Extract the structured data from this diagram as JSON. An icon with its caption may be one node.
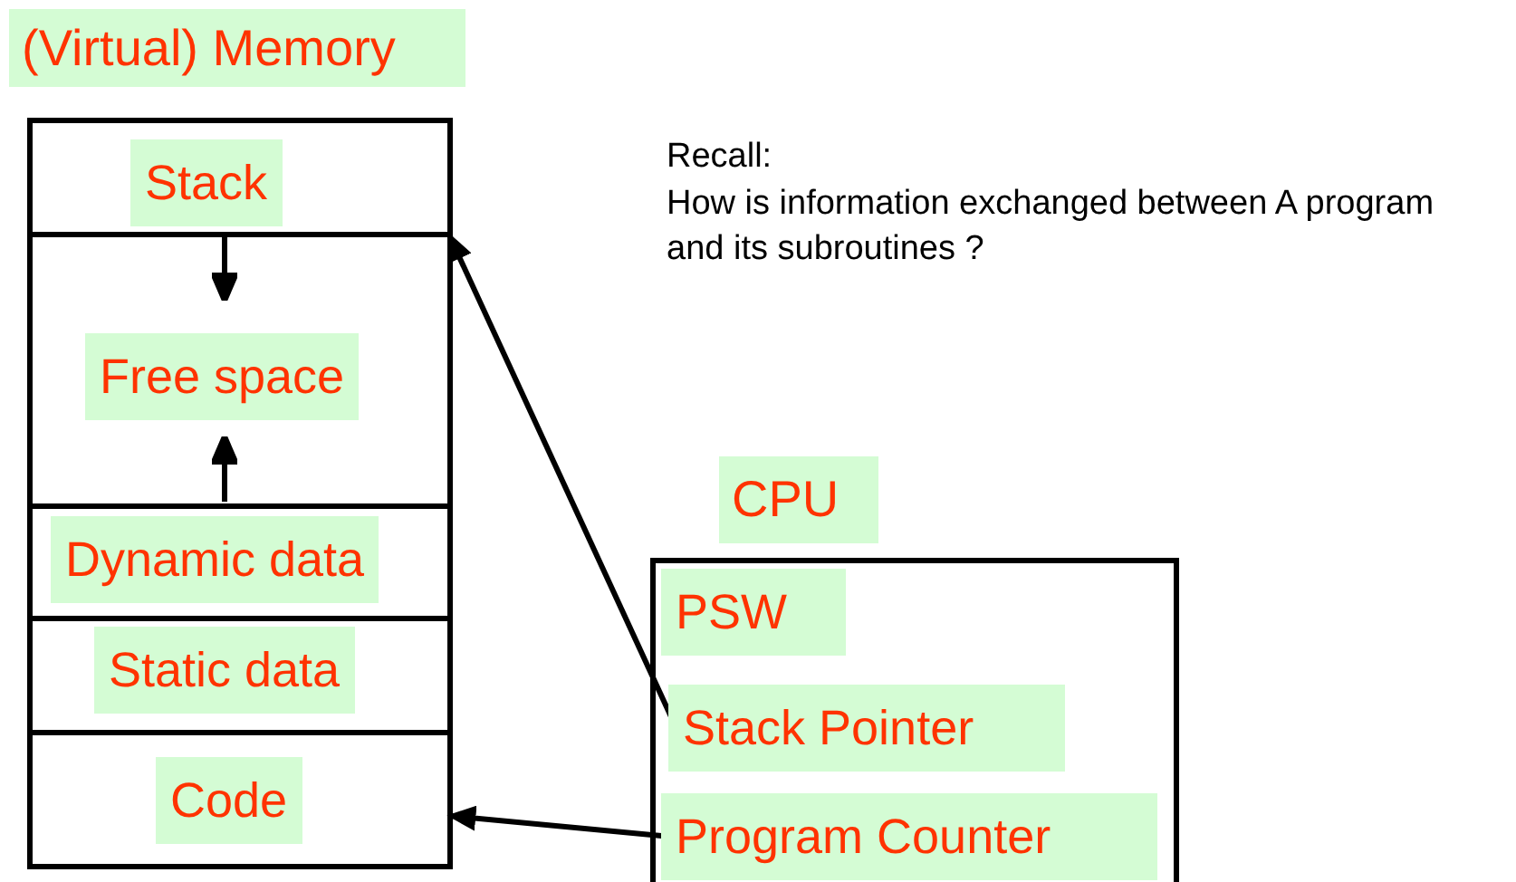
{
  "diagram": {
    "nodes": [
      {
        "text": [
          "(Virtual) Memory"
        ]
      },
      {
        "text": [],
        "shape": "box"
      },
      {
        "text": [
          "Stack"
        ],
        "in": 1
      },
      {
        "text": [
          "Free space"
        ],
        "in": 1
      },
      {
        "text": [
          "Dynamic data"
        ],
        "in": 1
      },
      {
        "text": [
          "Static data"
        ],
        "in": 1
      },
      {
        "text": [
          "Code"
        ],
        "in": 1
      },
      {
        "text": [
          "CPU"
        ]
      },
      {
        "text": [],
        "shape": "box"
      },
      {
        "text": [
          "PSW"
        ],
        "in": 8
      },
      {
        "text": [
          "Stack Pointer"
        ],
        "in": 8
      },
      {
        "text": [
          "Program Counter"
        ],
        "in": 8
      }
    ],
    "edges": [
      {
        "from": 10,
        "to": 2,
        "arrow": "to"
      },
      {
        "from": 11,
        "to": 6,
        "arrow": "to"
      }
    ],
    "labels": [
      "Recall:",
      "How is information exchanged between A program and its subroutines ?"
    ]
  }
}
